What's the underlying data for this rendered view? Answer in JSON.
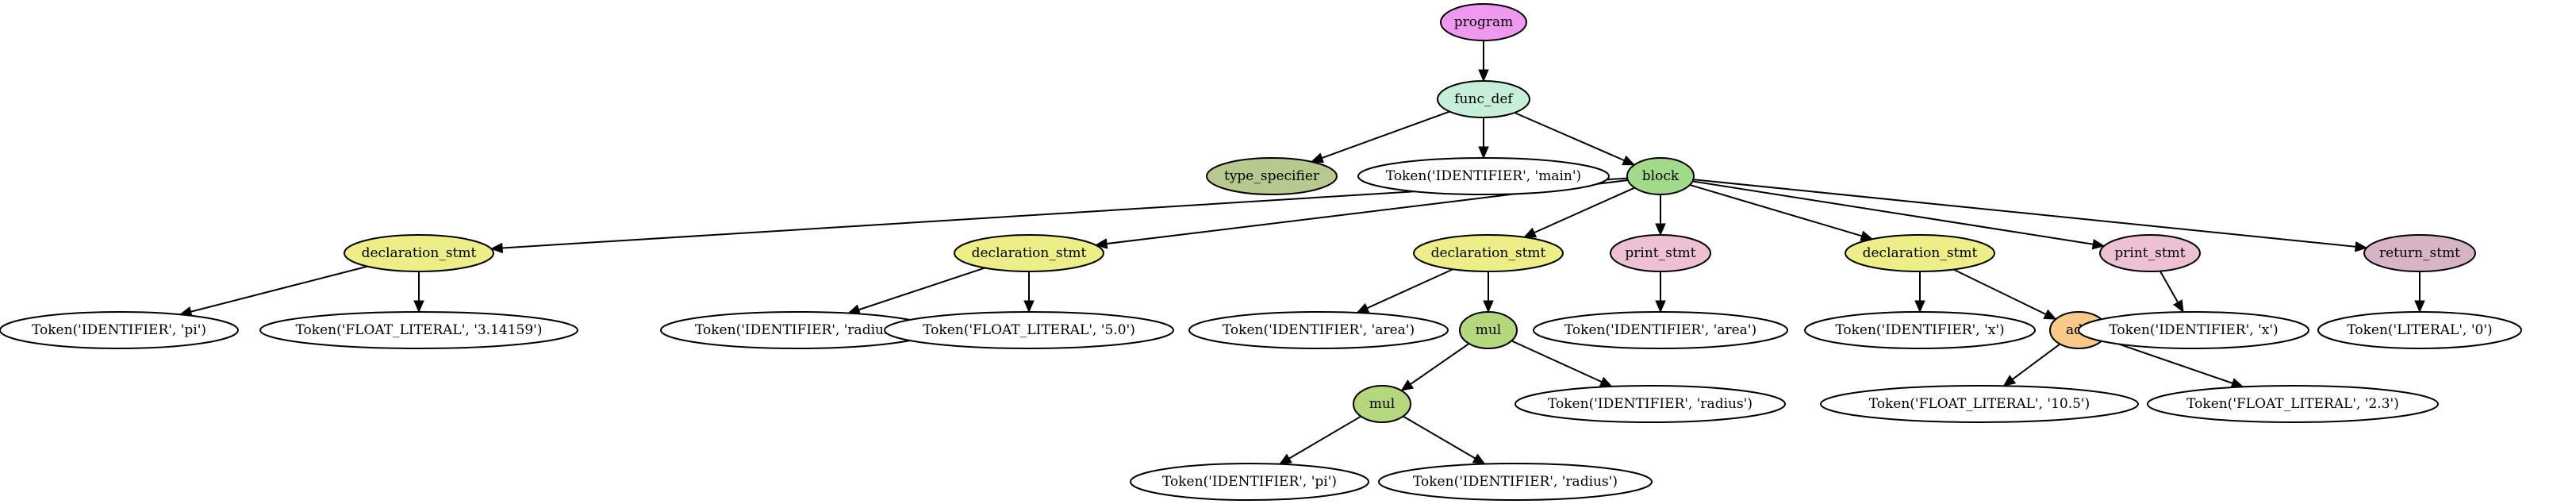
{
  "tree": {
    "nodes": [
      {
        "id": "program",
        "label": "program",
        "color": "#ee99ee"
      },
      {
        "id": "func_def",
        "label": "func_def",
        "color": "#c6efd9"
      },
      {
        "id": "type_specifier",
        "label": "type_specifier",
        "color": "#b7c98e"
      },
      {
        "id": "tok_main",
        "label": "Token('IDENTIFIER', 'main')",
        "color": "#ffffff"
      },
      {
        "id": "block",
        "label": "block",
        "color": "#a2d98a"
      },
      {
        "id": "decl1",
        "label": "declaration_stmt",
        "color": "#eeee88"
      },
      {
        "id": "decl2",
        "label": "declaration_stmt",
        "color": "#eeee88"
      },
      {
        "id": "decl3",
        "label": "declaration_stmt",
        "color": "#eeee88"
      },
      {
        "id": "print1",
        "label": "print_stmt",
        "color": "#edc1d2"
      },
      {
        "id": "decl4",
        "label": "declaration_stmt",
        "color": "#eeee88"
      },
      {
        "id": "print2",
        "label": "print_stmt",
        "color": "#edc1d2"
      },
      {
        "id": "return1",
        "label": "return_stmt",
        "color": "#d6b4c6"
      },
      {
        "id": "tok_pi1",
        "label": "Token('IDENTIFIER', 'pi')",
        "color": "#ffffff"
      },
      {
        "id": "tok_314",
        "label": "Token('FLOAT_LITERAL', '3.14159')",
        "color": "#ffffff"
      },
      {
        "id": "tok_radius1",
        "label": "Token('IDENTIFIER', 'radius')",
        "color": "#ffffff"
      },
      {
        "id": "tok_50",
        "label": "Token('FLOAT_LITERAL', '5.0')",
        "color": "#ffffff"
      },
      {
        "id": "tok_area1",
        "label": "Token('IDENTIFIER', 'area')",
        "color": "#ffffff"
      },
      {
        "id": "mul1",
        "label": "mul",
        "color": "#b5d87f"
      },
      {
        "id": "tok_area2",
        "label": "Token('IDENTIFIER', 'area')",
        "color": "#ffffff"
      },
      {
        "id": "tok_x1",
        "label": "Token('IDENTIFIER', 'x')",
        "color": "#ffffff"
      },
      {
        "id": "add1",
        "label": "add",
        "color": "#f9c98a"
      },
      {
        "id": "tok_x2",
        "label": "Token('IDENTIFIER', 'x')",
        "color": "#ffffff"
      },
      {
        "id": "tok_0",
        "label": "Token('LITERAL', '0')",
        "color": "#ffffff"
      },
      {
        "id": "mul2",
        "label": "mul",
        "color": "#b5d87f"
      },
      {
        "id": "tok_radius2",
        "label": "Token('IDENTIFIER', 'radius')",
        "color": "#ffffff"
      },
      {
        "id": "tok_105",
        "label": "Token('FLOAT_LITERAL', '10.5')",
        "color": "#ffffff"
      },
      {
        "id": "tok_23",
        "label": "Token('FLOAT_LITERAL', '2.3')",
        "color": "#ffffff"
      },
      {
        "id": "tok_pi2",
        "label": "Token('IDENTIFIER', 'pi')",
        "color": "#ffffff"
      },
      {
        "id": "tok_radius3",
        "label": "Token('IDENTIFIER', 'radius')",
        "color": "#ffffff"
      }
    ],
    "edges": [
      [
        "program",
        "func_def"
      ],
      [
        "func_def",
        "type_specifier"
      ],
      [
        "func_def",
        "tok_main"
      ],
      [
        "func_def",
        "block"
      ],
      [
        "block",
        "decl1"
      ],
      [
        "block",
        "decl2"
      ],
      [
        "block",
        "decl3"
      ],
      [
        "block",
        "print1"
      ],
      [
        "block",
        "decl4"
      ],
      [
        "block",
        "print2"
      ],
      [
        "block",
        "return1"
      ],
      [
        "decl1",
        "tok_pi1"
      ],
      [
        "decl1",
        "tok_314"
      ],
      [
        "decl2",
        "tok_radius1"
      ],
      [
        "decl2",
        "tok_50"
      ],
      [
        "decl3",
        "tok_area1"
      ],
      [
        "decl3",
        "mul1"
      ],
      [
        "print1",
        "tok_area2"
      ],
      [
        "decl4",
        "tok_x1"
      ],
      [
        "decl4",
        "add1"
      ],
      [
        "print2",
        "tok_x2"
      ],
      [
        "return1",
        "tok_0"
      ],
      [
        "mul1",
        "mul2"
      ],
      [
        "mul1",
        "tok_radius2"
      ],
      [
        "add1",
        "tok_105"
      ],
      [
        "add1",
        "tok_23"
      ],
      [
        "mul2",
        "tok_pi2"
      ],
      [
        "mul2",
        "tok_radius3"
      ]
    ]
  }
}
